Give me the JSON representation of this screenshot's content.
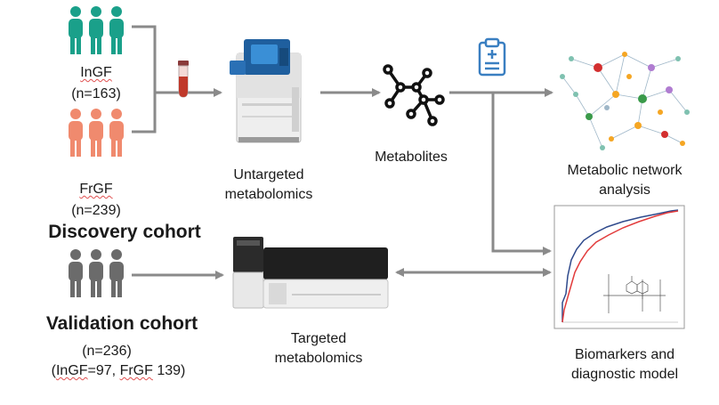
{
  "discovery": {
    "group1_name": "InGF",
    "group1_n": "(n=163)",
    "group2_name": "FrGF",
    "group2_n": "(n=239)",
    "cohort_label": "Discovery cohort",
    "group1_color": "#1aa08a",
    "group2_color": "#f08a6e"
  },
  "validation": {
    "cohort_label": "Validation cohort",
    "n": "(n=236)",
    "breakdown_prefix": "(",
    "breakdown_ingf": "InGF",
    "breakdown_rest": "=97, ",
    "breakdown_frgf": "FrGF",
    "breakdown_end": " 139)",
    "color": "#6b6b6b"
  },
  "steps": {
    "untargeted_line1": "Untargeted",
    "untargeted_line2": "metabolomics",
    "metabolites": "Metabolites",
    "network_line1": "Metabolic network",
    "network_line2": "analysis",
    "targeted_line1": "Targeted",
    "targeted_line2": "metabolomics",
    "biomarkers_line1": "Biomarkers and",
    "biomarkers_line2": "diagnostic model"
  },
  "colors": {
    "arrow": "#8a8a8a",
    "roc_blue": "#2f4a8c",
    "roc_red": "#e23b3b",
    "clipboard": "#3a7fc1",
    "tube": "#c0392b"
  }
}
